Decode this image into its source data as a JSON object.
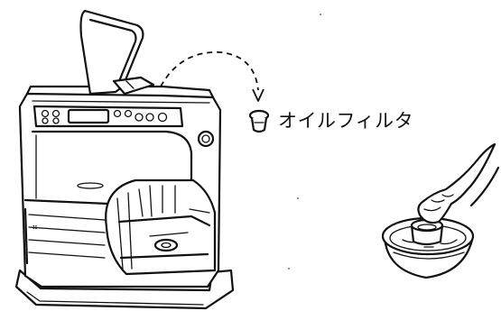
{
  "caption": "オイルフィルタ",
  "icons": [
    "kerosene-heater",
    "oil-filter",
    "hand-washing-bowl"
  ]
}
